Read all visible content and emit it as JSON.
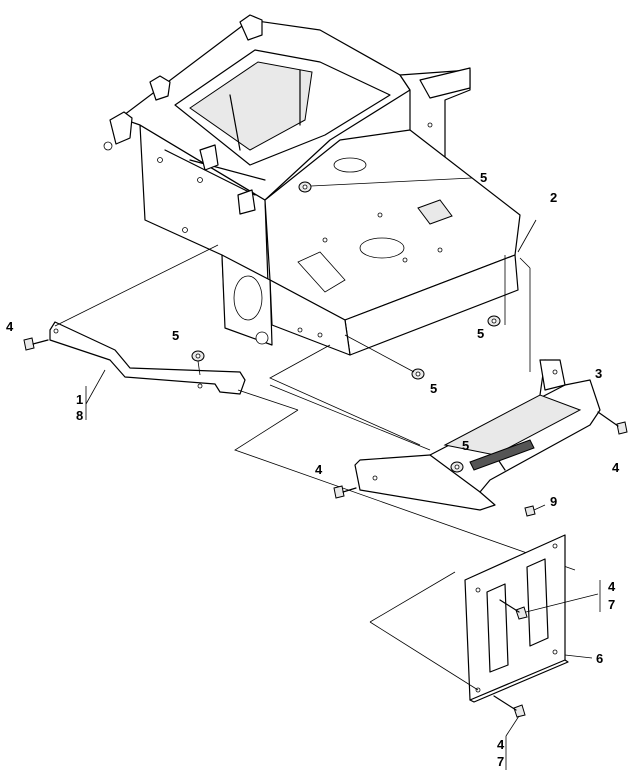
{
  "callouts": {
    "c1": "1",
    "c8": "8",
    "c2": "2",
    "c3": "3",
    "c4a": "4",
    "c4b": "4",
    "c4c": "4",
    "c4d": "4",
    "c4e": "4",
    "c5a": "5",
    "c5b": "5",
    "c5c": "5",
    "c5d": "5",
    "c5e": "5",
    "c6": "6",
    "c7a": "7",
    "c7b": "7",
    "c9": "9"
  }
}
